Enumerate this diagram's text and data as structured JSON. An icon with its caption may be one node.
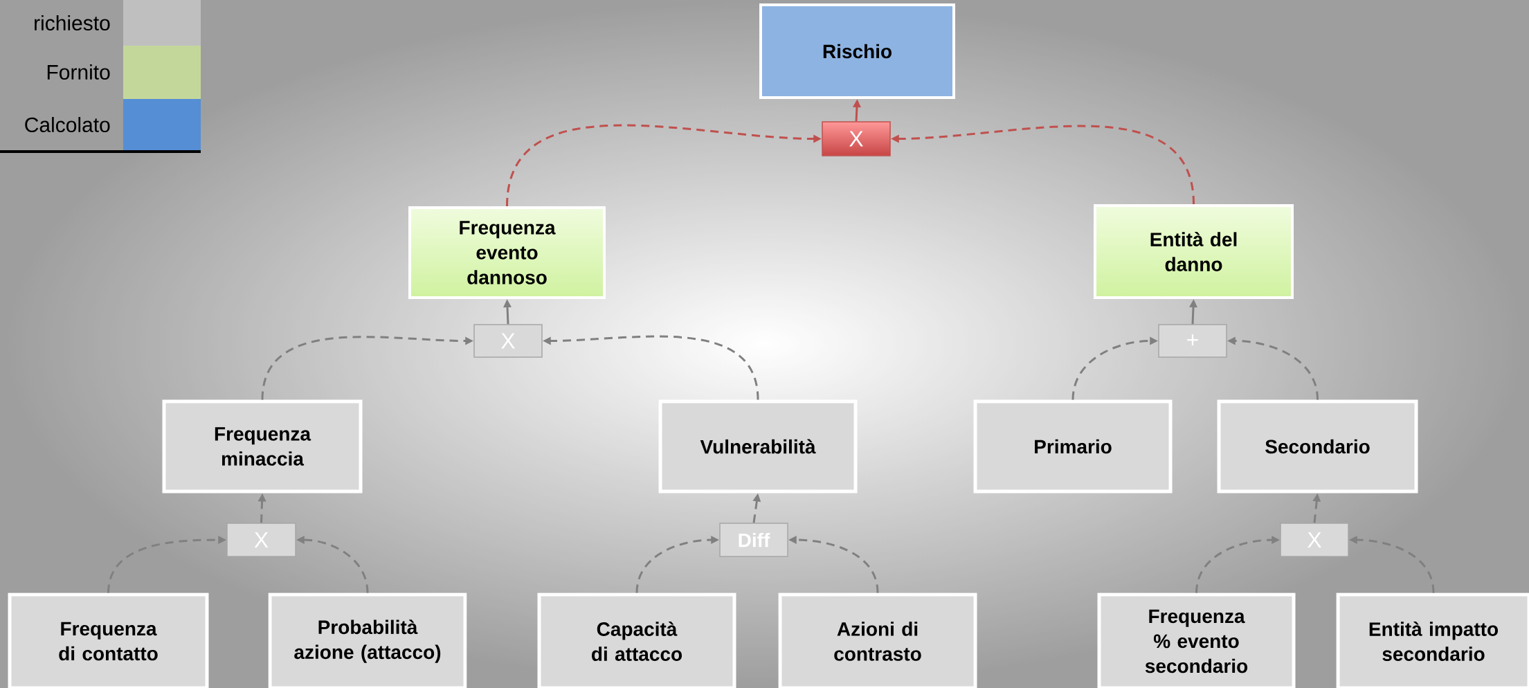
{
  "diagram": {
    "nodes": [
      {
        "text": [
          "Rischio"
        ]
      },
      {
        "text": [
          "X"
        ]
      },
      {
        "text": [
          "Frequenza evento dannoso"
        ]
      },
      {
        "text": [
          "Entità del danno"
        ]
      },
      {
        "text": [
          "X"
        ]
      },
      {
        "text": [
          "+"
        ]
      },
      {
        "text": [
          "Frequenza minaccia"
        ]
      },
      {
        "text": [
          "Vulnerabilità"
        ]
      },
      {
        "text": [
          "Primario"
        ]
      },
      {
        "text": [
          "Secondario"
        ]
      },
      {
        "text": [
          "X"
        ]
      },
      {
        "text": [
          "Diff"
        ]
      },
      {
        "text": [
          "X"
        ]
      },
      {
        "text": [
          "Frequenza di contatto"
        ]
      },
      {
        "text": [
          "Probabilità azione (attacco)"
        ]
      },
      {
        "text": [
          "Capacità di attacco"
        ]
      },
      {
        "text": [
          "Azioni di contrasto"
        ]
      },
      {
        "text": [
          "Frequenza % evento secondario"
        ]
      },
      {
        "text": [
          "Entità impatto secondario"
        ]
      }
    ],
    "edges": [
      {
        "from": 1,
        "to": 0,
        "arrow": "to",
        "color": "#c0504d"
      },
      {
        "from": 2,
        "to": 1,
        "arrow": "to",
        "style": "dashed",
        "color": "#c0504d"
      },
      {
        "from": 3,
        "to": 1,
        "arrow": "to",
        "style": "dashed",
        "color": "#c0504d"
      },
      {
        "from": 4,
        "to": 2,
        "arrow": "to"
      },
      {
        "from": 6,
        "to": 4,
        "arrow": "to",
        "style": "dashed"
      },
      {
        "from": 7,
        "to": 4,
        "arrow": "to",
        "style": "dashed"
      },
      {
        "from": 5,
        "to": 3,
        "arrow": "to"
      },
      {
        "from": 8,
        "to": 5,
        "arrow": "to",
        "style": "dashed"
      },
      {
        "from": 9,
        "to": 5,
        "arrow": "to",
        "style": "dashed"
      },
      {
        "from": 10,
        "to": 6,
        "arrow": "to",
        "style": "dashed"
      },
      {
        "from": 13,
        "to": 10,
        "arrow": "to",
        "style": "dashed"
      },
      {
        "from": 14,
        "to": 10,
        "arrow": "to",
        "style": "dashed"
      },
      {
        "from": 11,
        "to": 7,
        "arrow": "to",
        "style": "dashed"
      },
      {
        "from": 15,
        "to": 11,
        "arrow": "to",
        "style": "dashed"
      },
      {
        "from": 16,
        "to": 11,
        "arrow": "to",
        "style": "dashed"
      },
      {
        "from": 12,
        "to": 9,
        "arrow": "to",
        "style": "dashed"
      },
      {
        "from": 17,
        "to": 12,
        "arrow": "to",
        "style": "dashed"
      },
      {
        "from": 18,
        "to": 12,
        "arrow": "to",
        "style": "dashed"
      }
    ],
    "legend": [
      {
        "text": "richiesto",
        "color": "#bfbfbf"
      },
      {
        "text": "Fornito",
        "color": "#c4d79b"
      },
      {
        "text": "Calcolato",
        "color": "#558ed5"
      }
    ]
  }
}
